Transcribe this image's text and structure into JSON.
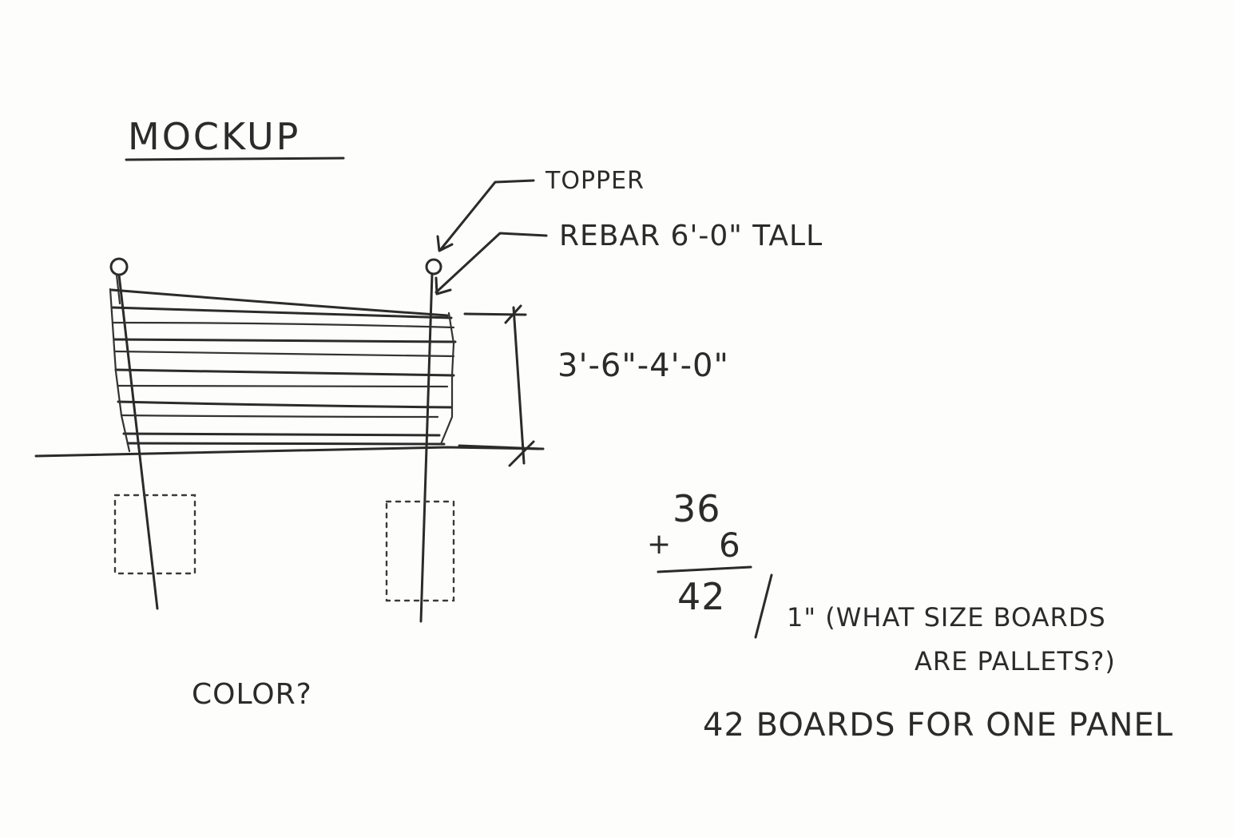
{
  "title": "MOCKUP",
  "callouts": {
    "topper": "TOPPER",
    "rebar": "REBAR 6'-0\" TALL"
  },
  "dimension": "3'-6\"-4'-0\"",
  "calculation": {
    "operand_top": "36",
    "operator": "+",
    "operand_bottom": "6",
    "result": "42",
    "divisor_note_line1": "1\" (WHAT SIZE BOARDS",
    "divisor_note_line2": "ARE PALLETS?)"
  },
  "question": "COLOR?",
  "conclusion": "42 BOARDS FOR ONE PANEL",
  "colors": {
    "ink": "#2b2b2b",
    "paper": "#fdfdfc"
  }
}
